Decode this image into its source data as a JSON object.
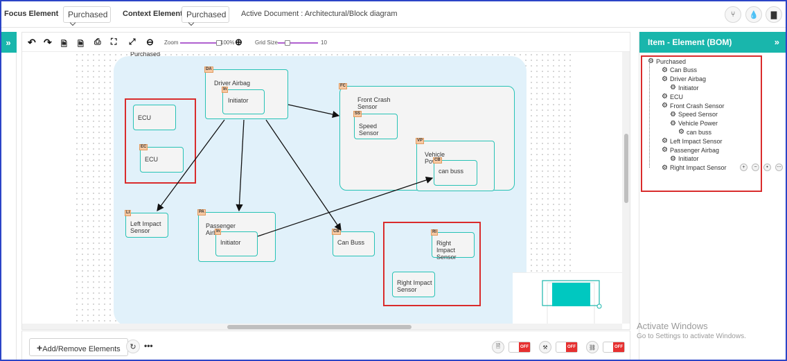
{
  "topbar": {
    "focus_label": "Focus Element",
    "focus_value": "Purchased",
    "context_label": "Context Element",
    "context_value": "Purchased",
    "active_document": "Active Document : Architectural/Block diagram"
  },
  "toolbar": {
    "zoom_label": "Zoom",
    "zoom_value": "100%",
    "zoom_fraction": 1.0,
    "grid_label": "Grid Size",
    "grid_value": "10"
  },
  "canvas": {
    "container_label": "Purchased",
    "nodes": {
      "da": {
        "badge": "DA",
        "name": "Driver Airbag"
      },
      "da_in": {
        "badge": "In",
        "name": "Initiator"
      },
      "ecu1": {
        "name": "ECU"
      },
      "ecu2": {
        "badge": "EC",
        "name": "ECU"
      },
      "fc": {
        "badge": "FC",
        "name": "Front Crash Sensor"
      },
      "ss": {
        "badge": "SS",
        "name": "Speed Sensor"
      },
      "vp": {
        "badge": "VP",
        "name": "Vehicle Power"
      },
      "cb1": {
        "badge": "CB",
        "name": "can buss"
      },
      "li": {
        "badge": "LI",
        "name": "Left Impact Sensor"
      },
      "pa": {
        "badge": "PA",
        "name": "Passenger Airbag"
      },
      "pa_in": {
        "badge": "In",
        "name": "Initiator"
      },
      "cb2": {
        "badge": "CB",
        "name": "Can Buss"
      },
      "ri": {
        "badge": "RI",
        "name": "Right Impact Sensor"
      },
      "ri2": {
        "name": "Right Impact Sensor"
      }
    }
  },
  "bottombar": {
    "add_remove_label": "Add/Remove Elements",
    "toggle_off": "OFF"
  },
  "right_panel": {
    "title": "Item - Element (BOM)",
    "tree": [
      {
        "label": "Purchased",
        "level": 0
      },
      {
        "label": "Can Buss",
        "level": 1
      },
      {
        "label": "Driver Airbag",
        "level": 1
      },
      {
        "label": "Initiator",
        "level": 2
      },
      {
        "label": "ECU",
        "level": 1
      },
      {
        "label": "Front Crash Sensor",
        "level": 1
      },
      {
        "label": "Speed Sensor",
        "level": 2
      },
      {
        "label": "Vehicle Power",
        "level": 2
      },
      {
        "label": "can buss",
        "level": 3
      },
      {
        "label": "Left Impact Sensor",
        "level": 1
      },
      {
        "label": "Passenger Airbag",
        "level": 1
      },
      {
        "label": "Initiator",
        "level": 2
      },
      {
        "label": "Right Impact Sensor",
        "level": 1
      }
    ],
    "row_actions": [
      "+",
      "−",
      "•",
      "⋯"
    ]
  },
  "watermark": {
    "line1": "Activate Windows",
    "line2": "Go to Settings to activate Windows."
  },
  "colors": {
    "accent": "#19b6ac",
    "node_border": "#26c2b5",
    "highlight": "#d92b2b",
    "container_bg": "#e1f1fa"
  }
}
